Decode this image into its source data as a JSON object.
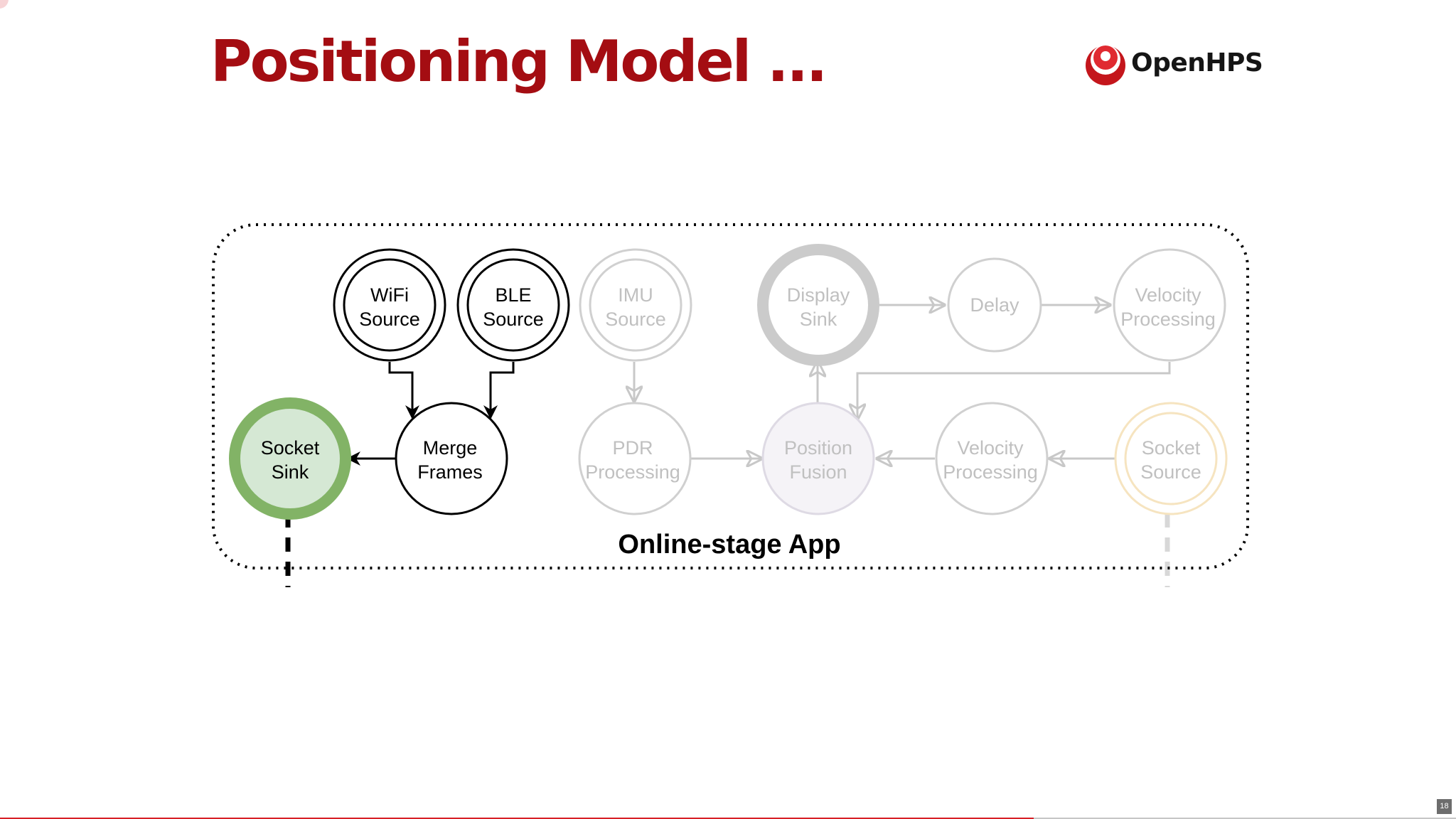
{
  "slide": {
    "title": "Positioning Model ...",
    "page_number": "18",
    "progress": 0.71
  },
  "brand": {
    "name": "OpenHPS",
    "logo_icon": "openhps-logo-icon"
  },
  "colors": {
    "title": "#a40d12",
    "accent": "#d72027",
    "active_node": "#000000",
    "inactive_node": "#c8c8c8",
    "sink_fill": "#d5e8d4",
    "sink_stroke": "#82b366",
    "fusion_fill": "#f5f3f7",
    "fusion_stroke": "#dedae4",
    "socket_source_stroke": "#f6e4c0"
  },
  "diagram": {
    "container_label": "Online-stage App",
    "nodes": {
      "wifi_source": {
        "line1": "WiFi",
        "line2": "Source",
        "state": "active"
      },
      "ble_source": {
        "line1": "BLE",
        "line2": "Source",
        "state": "active"
      },
      "merge_frames": {
        "line1": "Merge",
        "line2": "Frames",
        "state": "active"
      },
      "socket_sink": {
        "line1": "Socket",
        "line2": "Sink",
        "state": "active"
      },
      "imu_source": {
        "line1": "IMU",
        "line2": "Source",
        "state": "faded"
      },
      "pdr_processing": {
        "line1": "PDR",
        "line2": "Processing",
        "state": "faded"
      },
      "display_sink": {
        "line1": "Display",
        "line2": "Sink",
        "state": "faded"
      },
      "position_fusion": {
        "line1": "Position",
        "line2": "Fusion",
        "state": "faded"
      },
      "delay": {
        "line1": "Delay",
        "state": "faded"
      },
      "velocity_processing_top": {
        "line1": "Velocity",
        "line2": "Processing",
        "state": "faded"
      },
      "velocity_processing_bottom": {
        "line1": "Velocity",
        "line2": "Processing",
        "state": "faded"
      },
      "socket_source": {
        "line1": "Socket",
        "line2": "Source",
        "state": "faded"
      }
    }
  }
}
